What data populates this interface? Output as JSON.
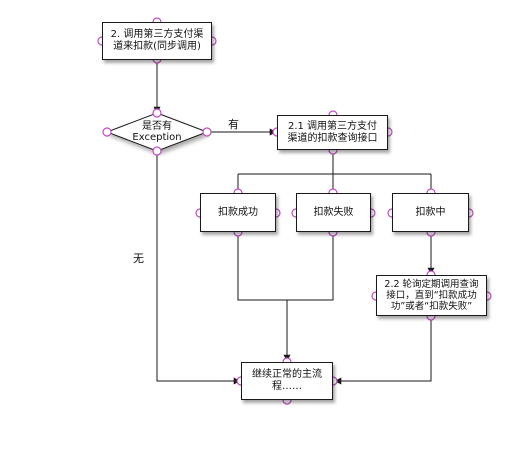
{
  "nodes": {
    "call_channel": "2. 调用第三方支付渠\n道来扣款(同步调用)",
    "decision": "是否有\nException",
    "query_api": "2.1 调用第三方支付\n渠道的扣款查询接口",
    "success": "扣款成功",
    "fail": "扣款失败",
    "processing": "扣款中",
    "poll": "2.2 轮询定期调用查询\n接口，直到“扣款成功\n功”或者“扣款失败”",
    "continue": "继续正常的主流\n程……"
  },
  "edge_labels": {
    "yes": "有",
    "no": "无"
  },
  "colors": {
    "connector_dot": "#c34ac6",
    "line": "#1a1a1a"
  }
}
